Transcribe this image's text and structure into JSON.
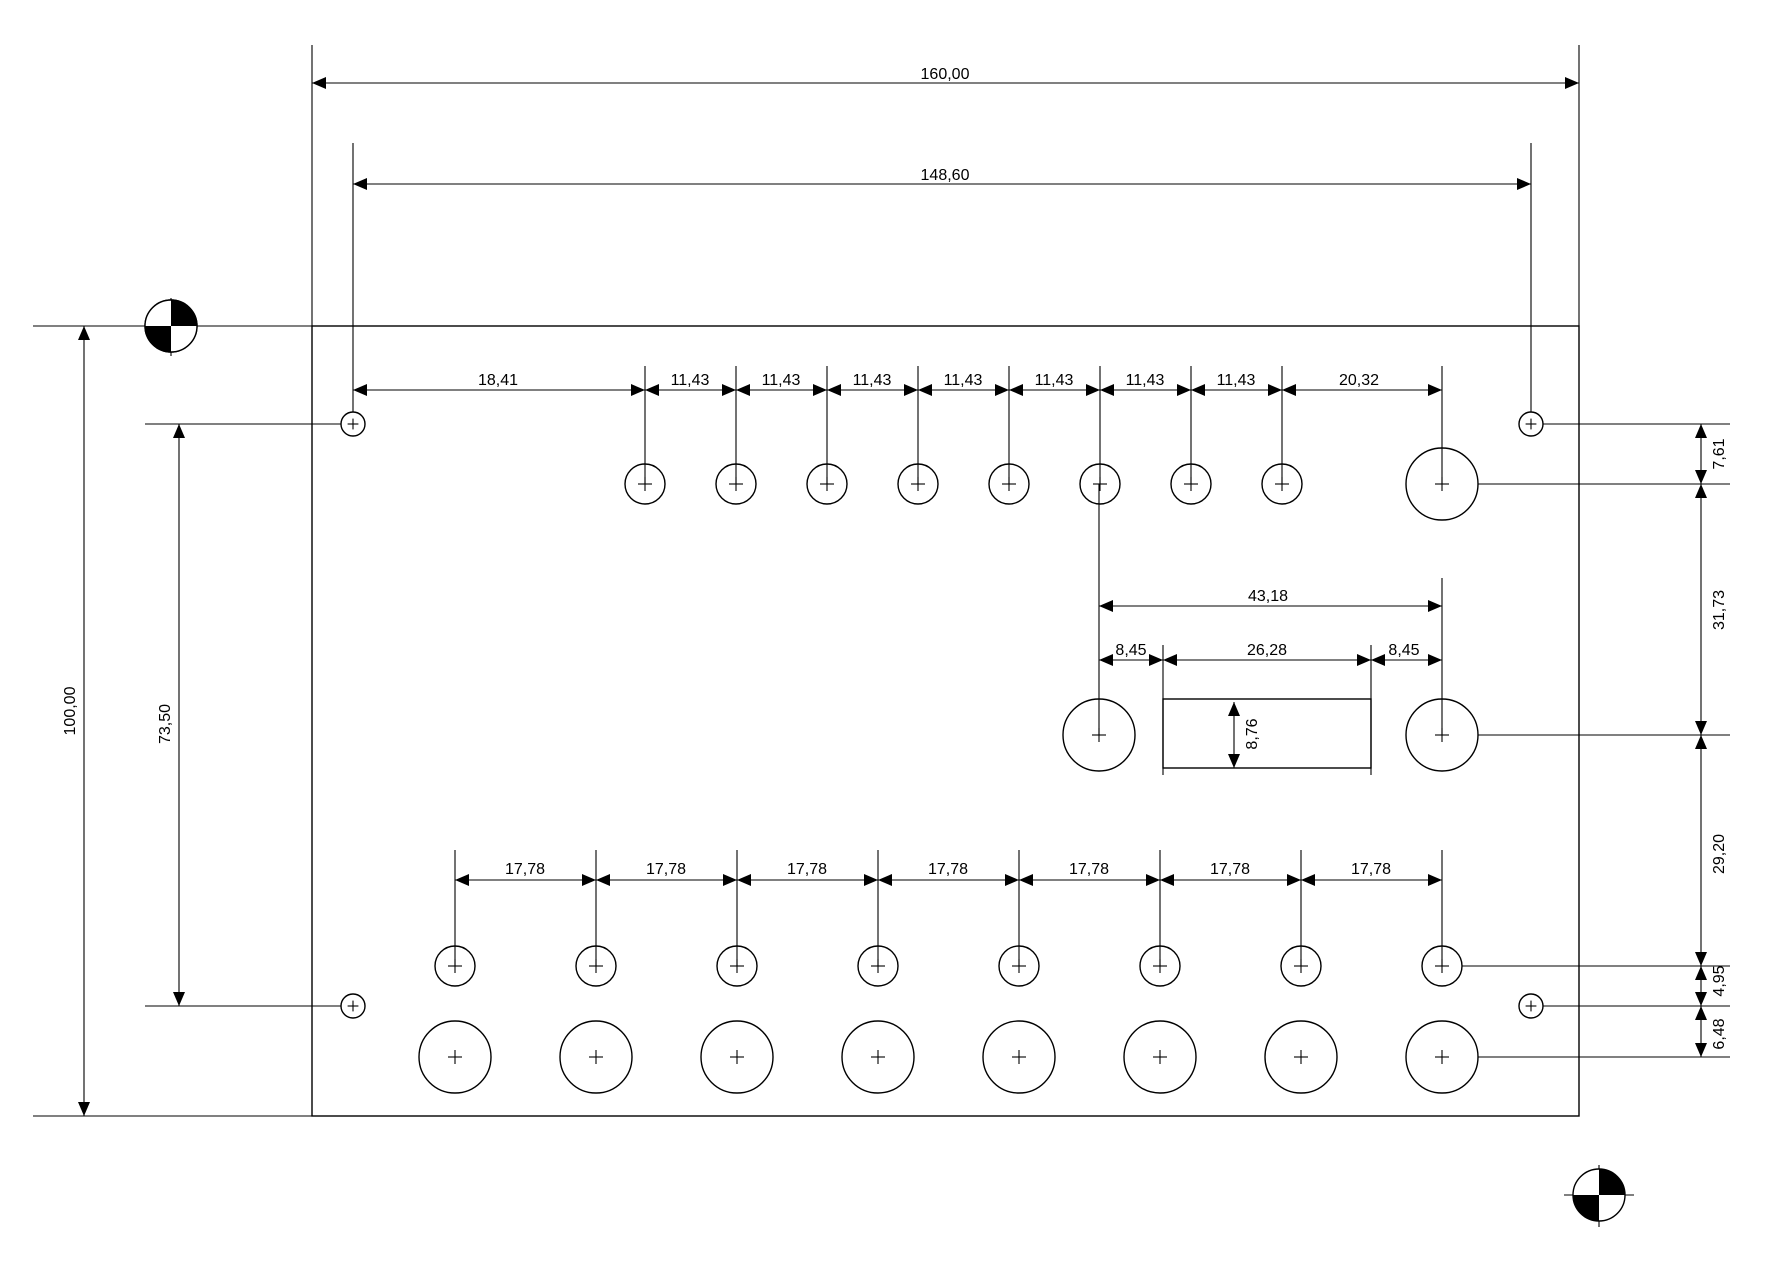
{
  "drawing": {
    "line_color": "#000000",
    "background": "#ffffff",
    "overall": {
      "width": "160,00",
      "height": "100,00",
      "mount_span_x": "148,60",
      "mount_span_y": "73,50"
    },
    "top_row": [
      "18,41",
      "11,43",
      "11,43",
      "11,43",
      "11,43",
      "11,43",
      "11,43",
      "11,43",
      "20,32"
    ],
    "display_group": {
      "span": "43,18",
      "left_gap": "8,45",
      "window_width": "26,28",
      "right_gap": "8,45",
      "window_height": "8,76"
    },
    "bottom_row": [
      "17,78",
      "17,78",
      "17,78",
      "17,78",
      "17,78",
      "17,78",
      "17,78"
    ],
    "right_stack": [
      "7,61",
      "31,73",
      "29,20",
      "4,95",
      "6,48"
    ],
    "datum_markers": [
      "top-left-datum",
      "bottom-right-datum"
    ]
  }
}
